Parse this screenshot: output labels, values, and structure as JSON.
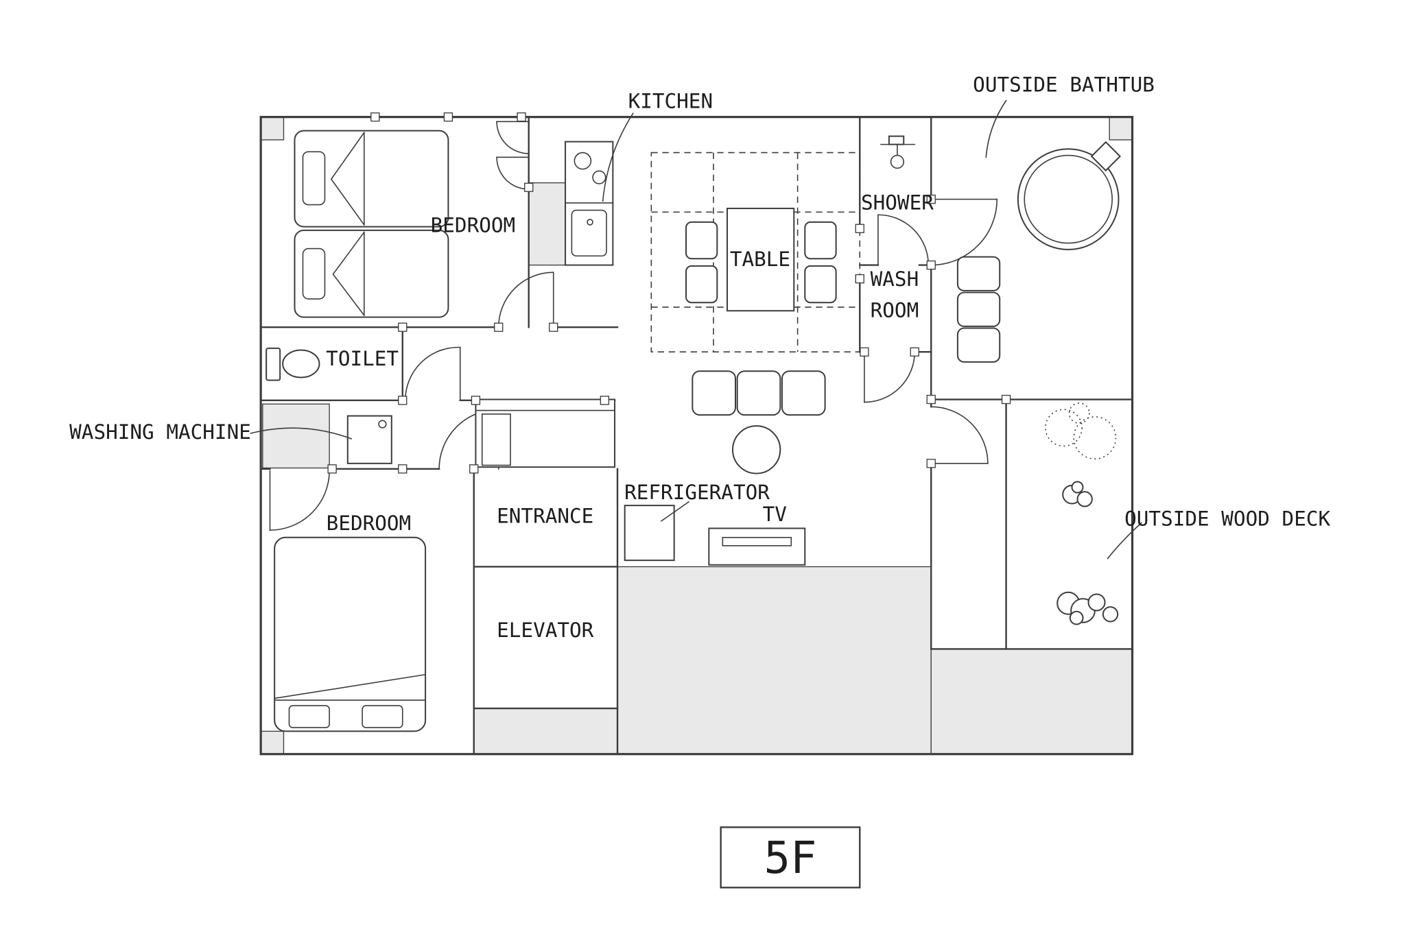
{
  "floor_plan": {
    "rooms": {
      "kitchen": "KITCHEN",
      "bedroom_top": "BEDROOM",
      "toilet": "TOILET",
      "bedroom_bottom": "BEDROOM",
      "entrance": "ENTRANCE",
      "elevator": "ELEVATOR",
      "shower": "SHOWER",
      "wash_room_line1": "WASH",
      "wash_room_line2": "ROOM",
      "outside_bathtub": "OUTSIDE BATHTUB",
      "outside_wood_deck": "OUTSIDE WOOD DECK"
    },
    "fixtures": {
      "table": "TABLE",
      "washing_machine": "WASHING MACHINE",
      "refrigerator": "REFRIGERATOR",
      "tv": "TV"
    },
    "floor_label": "5F",
    "colors": {
      "line": "#3c3c3c",
      "shaded": "#e9e9e9",
      "background": "#ffffff"
    }
  }
}
